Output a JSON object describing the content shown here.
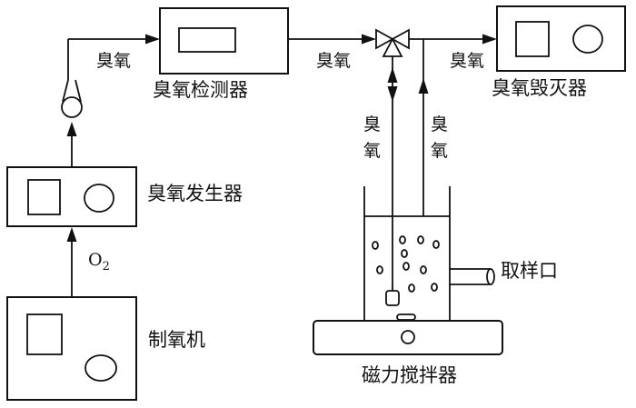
{
  "labels": {
    "ozone_left": "臭氧",
    "ozone_mid": "臭氧",
    "ozone_right": "臭氧",
    "ozone_down": "臭\n氧",
    "ozone_up": "臭\n氧",
    "detector": "臭氧检测器",
    "destroyer": "臭氧毁灭器",
    "generator": "臭氧发生器",
    "oxygen_maker": "制氧机",
    "stirrer": "磁力搅拌器",
    "sample_port": "取样口",
    "o2_main": "O",
    "o2_sub": "2"
  },
  "icons": {
    "valve": "three-way-valve-icon",
    "flow_meter": "flow-meter-icon"
  }
}
